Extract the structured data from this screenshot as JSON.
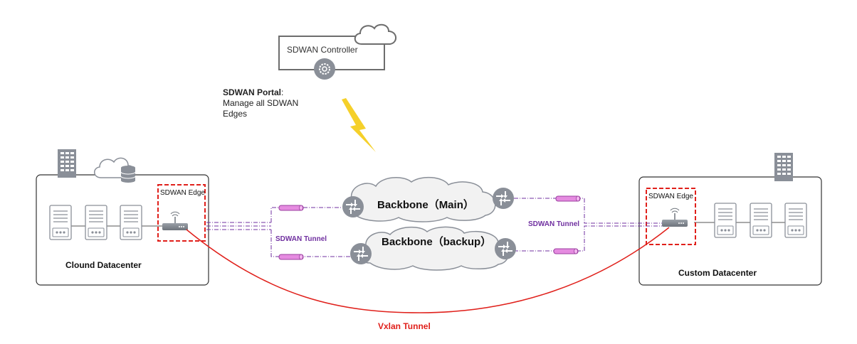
{
  "controller": {
    "title": "SDWAN Controller",
    "icons": [
      "cloud-icon",
      "gear-icon"
    ]
  },
  "portal": {
    "title": "SDWAN Portal",
    "separator": ":",
    "line1": "Manage all SDWAN",
    "line2": "Edges"
  },
  "left_dc": {
    "label": "Clound  Datacenter",
    "edge_label": "SDWAN Edge",
    "servers": 3,
    "icons": [
      "building-icon",
      "cloud-database-icon",
      "router-icon"
    ]
  },
  "right_dc": {
    "label": "Custom  Datacenter",
    "edge_label": "SDWAN Edge",
    "servers": 3,
    "icons": [
      "building-icon",
      "router-icon"
    ]
  },
  "backbones": [
    {
      "label": "Backbone（Main）"
    },
    {
      "label": "Backbone（backup）"
    }
  ],
  "tunnels": {
    "left_label": "SDWAN Tunnel",
    "right_label": "SDWAN Tunnel",
    "vxlan_label": "Vxlan Tunnel"
  },
  "colors": {
    "edge_box": "#e0201b",
    "vxlan": "#e0201b",
    "sdwan_tunnel": "#7030a0",
    "tunnel_pipe": "#e58be0",
    "lightning": "#f5d02a",
    "device": "#8a8f98",
    "frame": "#333333"
  }
}
